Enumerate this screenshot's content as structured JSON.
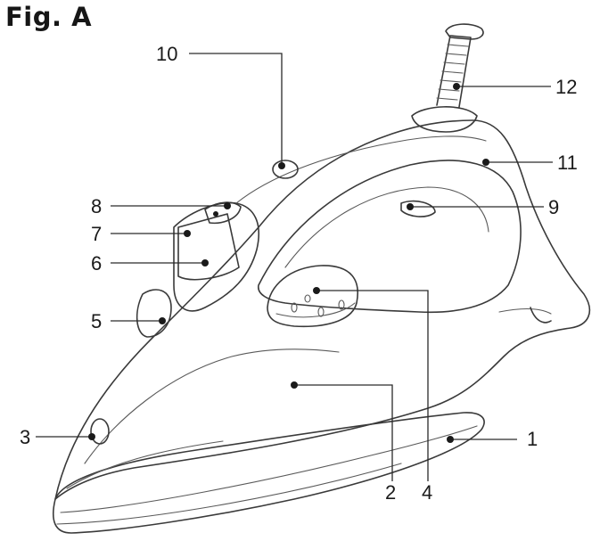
{
  "figure": {
    "title": "Fig. A",
    "callouts": [
      {
        "id": "1",
        "label": "1"
      },
      {
        "id": "2",
        "label": "2"
      },
      {
        "id": "3",
        "label": "3"
      },
      {
        "id": "4",
        "label": "4"
      },
      {
        "id": "5",
        "label": "5"
      },
      {
        "id": "6",
        "label": "6"
      },
      {
        "id": "7",
        "label": "7"
      },
      {
        "id": "8",
        "label": "8"
      },
      {
        "id": "9",
        "label": "9"
      },
      {
        "id": "10",
        "label": "10"
      },
      {
        "id": "11",
        "label": "11"
      },
      {
        "id": "12",
        "label": "12"
      }
    ]
  }
}
